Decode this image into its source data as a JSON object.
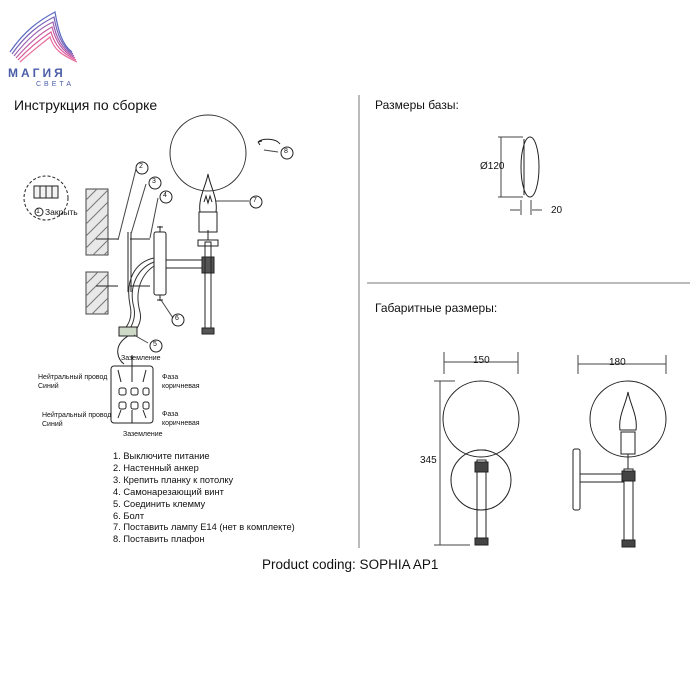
{
  "logo": {
    "name": "МАГИЯ",
    "sub": "СВЕТА"
  },
  "assembly": {
    "title": "Инструкция по сборке",
    "close_label": "Закрыть",
    "callouts": [
      "1",
      "2",
      "3",
      "4",
      "5",
      "6",
      "7",
      "8"
    ],
    "wiring": {
      "ground_top": "Заземление",
      "ground_bottom": "Заземление",
      "neutral_1": "Нейтральный провод",
      "neutral_1_color": "Синий",
      "phase_1": "Фаза",
      "phase_1_color": "коричневая",
      "neutral_2": "Нейтральный провод",
      "neutral_2_color": "Синий",
      "phase_2": "Фаза",
      "phase_2_color": "коричневая"
    },
    "steps": [
      "1. Выключите питание",
      "2. Настенный анкер",
      "3. Крепить планку к потолку",
      "4. Самонарезающий винт",
      "5. Соединить клемму",
      "6. Болт",
      "7. Поставить лампу E14  (нет в комплекте)",
      "8. Поставить плафон"
    ]
  },
  "base_dimensions": {
    "title": "Размеры базы:",
    "diameter": "Ø120",
    "depth": "20"
  },
  "overall_dimensions": {
    "title": "Габаритные размеры:",
    "width_front": "150",
    "width_side": "180",
    "height": "345"
  },
  "product_coding": "Product coding: SOPHIA AP1",
  "colors": {
    "logo": "#4b5ea8",
    "line": "#222222"
  }
}
